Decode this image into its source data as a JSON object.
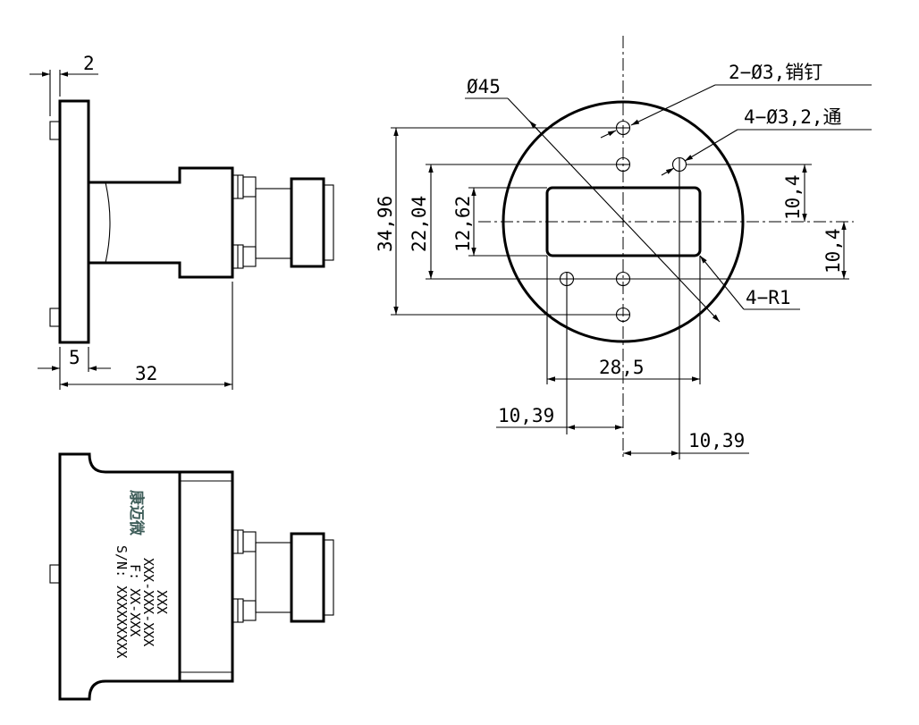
{
  "dimensions": {
    "flange_thickness": "2",
    "flange_width": "5",
    "overall_length": "32",
    "diameter": "Ø45",
    "pins_callout": "2−Ø3,销钉",
    "holes_callout": "4−Ø3,2,通",
    "height_outer": "34,96",
    "height_inner": "22,04",
    "slot_height": "12,62",
    "offset_top": "10,4",
    "offset_bottom": "10,4",
    "corner_radius": "4−R1",
    "slot_width": "28,5",
    "hole_offset_left": "10,39",
    "hole_offset_right": "10,39"
  },
  "label": {
    "brand": "康迈微",
    "line1": "XXX",
    "line2": "XXX-XXX-XXX",
    "line3": "F: XX-XXX",
    "line4": "S/N: XXXXXXXXX"
  }
}
